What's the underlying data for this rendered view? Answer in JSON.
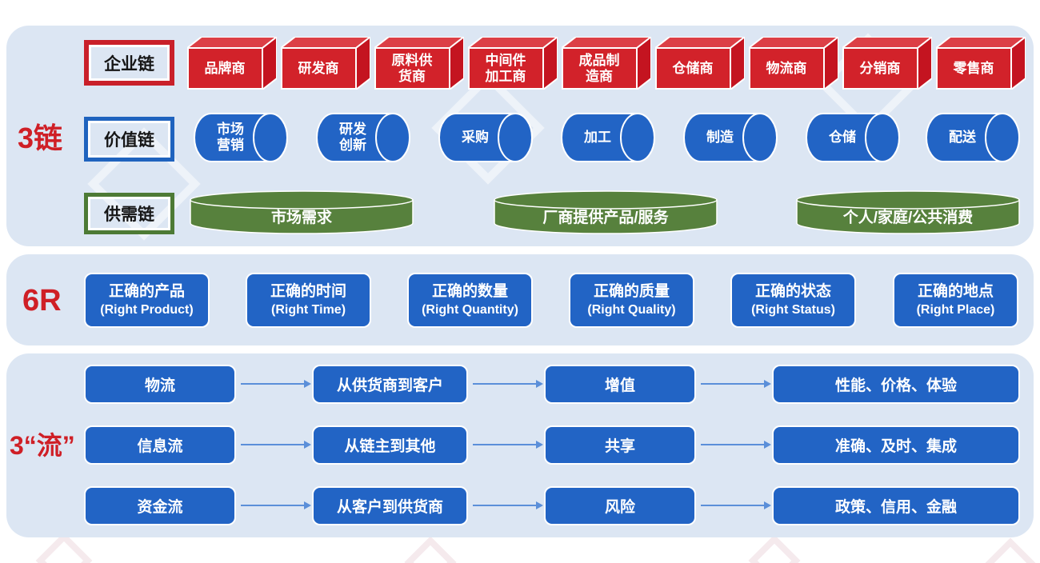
{
  "colors": {
    "accent_red": "#cf1f26",
    "box_red_front": "#d2222a",
    "box_red_top": "#dc3f46",
    "box_red_side": "#c41420",
    "blue": "#2264c5",
    "green": "#57813d",
    "panel_bg": "#dce6f3",
    "arrow_blue": "#5b8fd9"
  },
  "chains": {
    "section_label": "3链",
    "enterprise": {
      "label": "企业链",
      "items": [
        "品牌商",
        "研发商",
        "原料供\n货商",
        "中间件\n加工商",
        "成品制\n造商",
        "仓储商",
        "物流商",
        "分销商",
        "零售商"
      ]
    },
    "value": {
      "label": "价值链",
      "items": [
        "市场\n营销",
        "研发\n创新",
        "采购",
        "加工",
        "制造",
        "仓储",
        "配送"
      ]
    },
    "supply_demand": {
      "label": "供需链",
      "items": [
        "市场需求",
        "厂商提供产品/服务",
        "个人/家庭/公共消费"
      ]
    }
  },
  "six_r": {
    "section_label": "6R",
    "items": [
      {
        "cn": "正确的产品",
        "en": "(Right Product)"
      },
      {
        "cn": "正确的时间",
        "en": "(Right Time)"
      },
      {
        "cn": "正确的数量",
        "en": "(Right Quantity)"
      },
      {
        "cn": "正确的质量",
        "en": "(Right Quality)"
      },
      {
        "cn": "正确的状态",
        "en": "(Right Status)"
      },
      {
        "cn": "正确的地点",
        "en": "(Right Place)"
      }
    ]
  },
  "flows": {
    "section_label": "3“流”",
    "rows": [
      [
        "物流",
        "从供货商到客户",
        "增值",
        "性能、价格、体验"
      ],
      [
        "信息流",
        "从链主到其他",
        "共享",
        "准确、及时、集成"
      ],
      [
        "资金流",
        "从客户到供货商",
        "风险",
        "政策、信用、金融"
      ]
    ]
  }
}
